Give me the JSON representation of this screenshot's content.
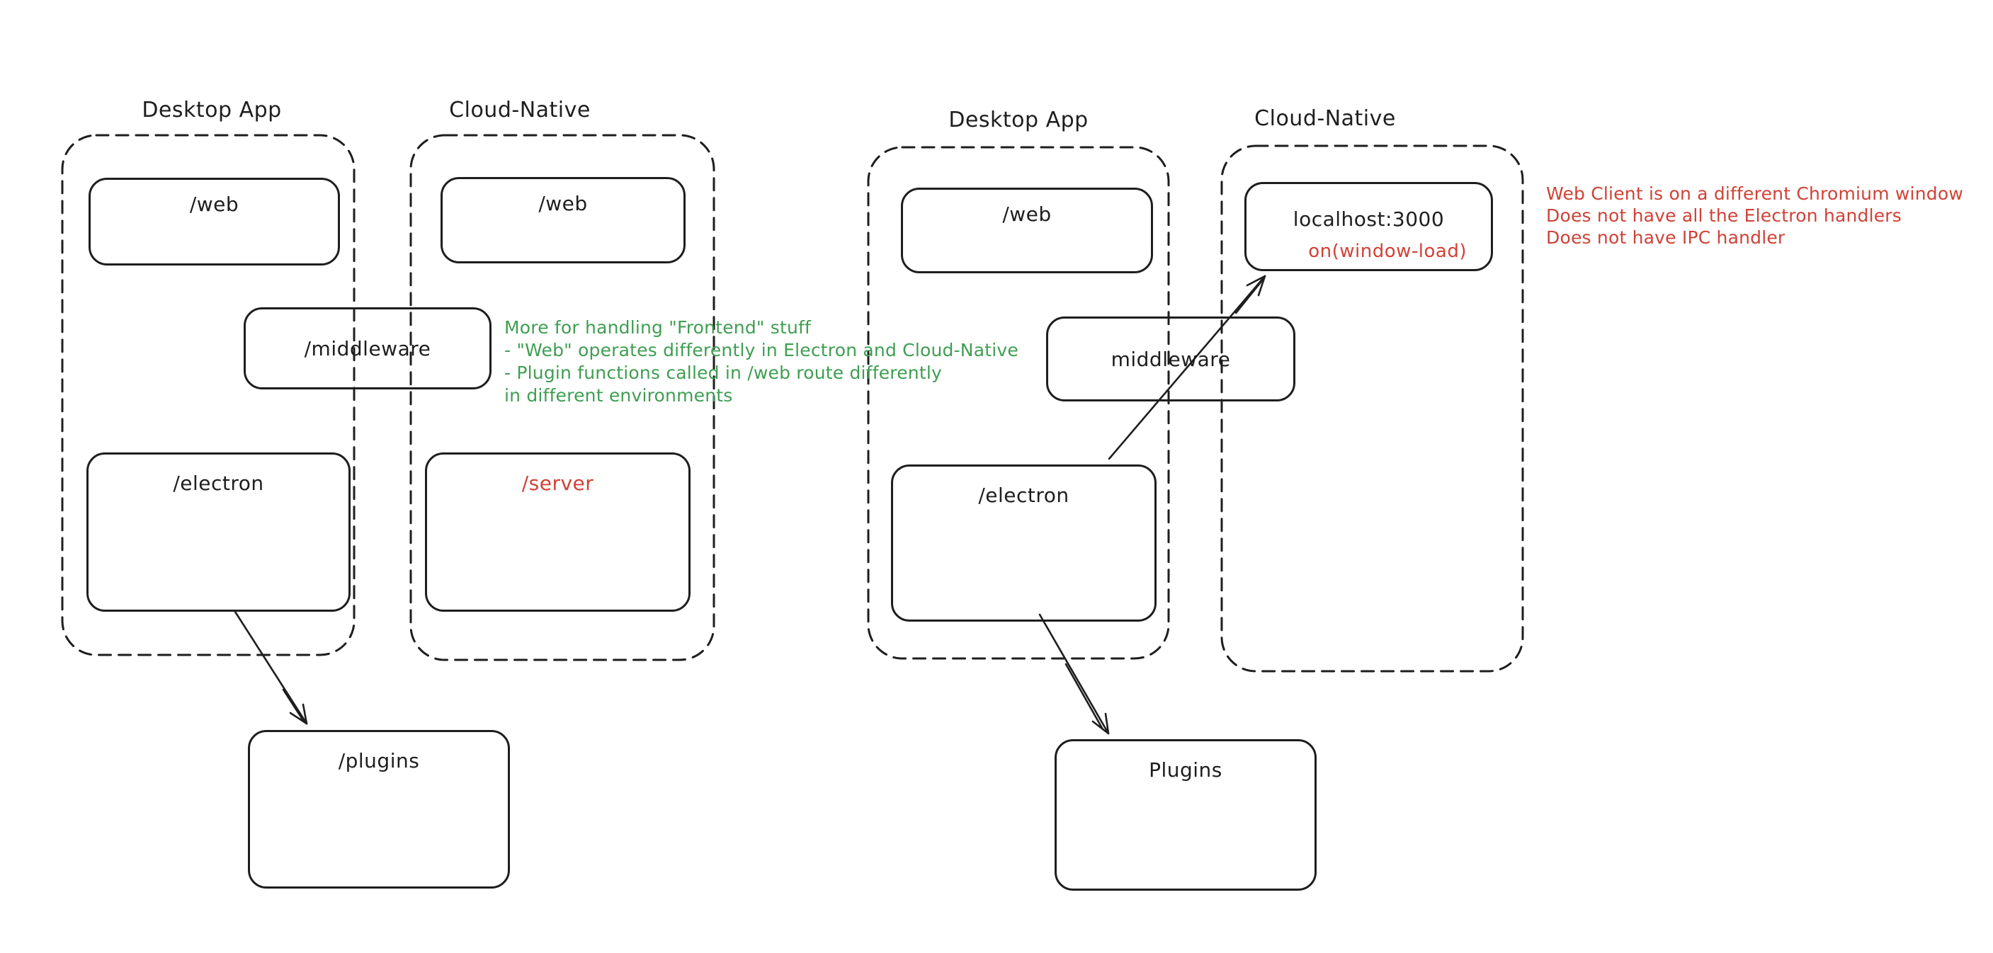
{
  "colors": {
    "stroke": "#1e1e1e",
    "red": "#d04237",
    "green": "#3f9e52",
    "background": "#ffffff"
  },
  "left_diagram": {
    "desktop_label": "Desktop App",
    "cloud_label": "Cloud-Native",
    "desktop_web": "/web",
    "cloud_web": "/web",
    "middleware": "/middleware",
    "electron": "/electron",
    "server": "/server",
    "plugins": "/plugins",
    "note_lines": [
      "More for handling \"Frontend\" stuff",
      "- \"Web\" operates differently in Electron and Cloud-Native",
      "- Plugin functions called in /web route differently",
      "in different environments"
    ]
  },
  "right_diagram": {
    "desktop_label": "Desktop App",
    "cloud_label": "Cloud-Native",
    "desktop_web": "/web",
    "localhost": "localhost:3000",
    "window_load": "on(window-load)",
    "middleware": "middleware",
    "electron": "/electron",
    "plugins": "Plugins",
    "note_lines": [
      "Web Client is on a different Chromium window",
      "Does not have all the Electron handlers",
      "Does not have IPC handler"
    ]
  }
}
